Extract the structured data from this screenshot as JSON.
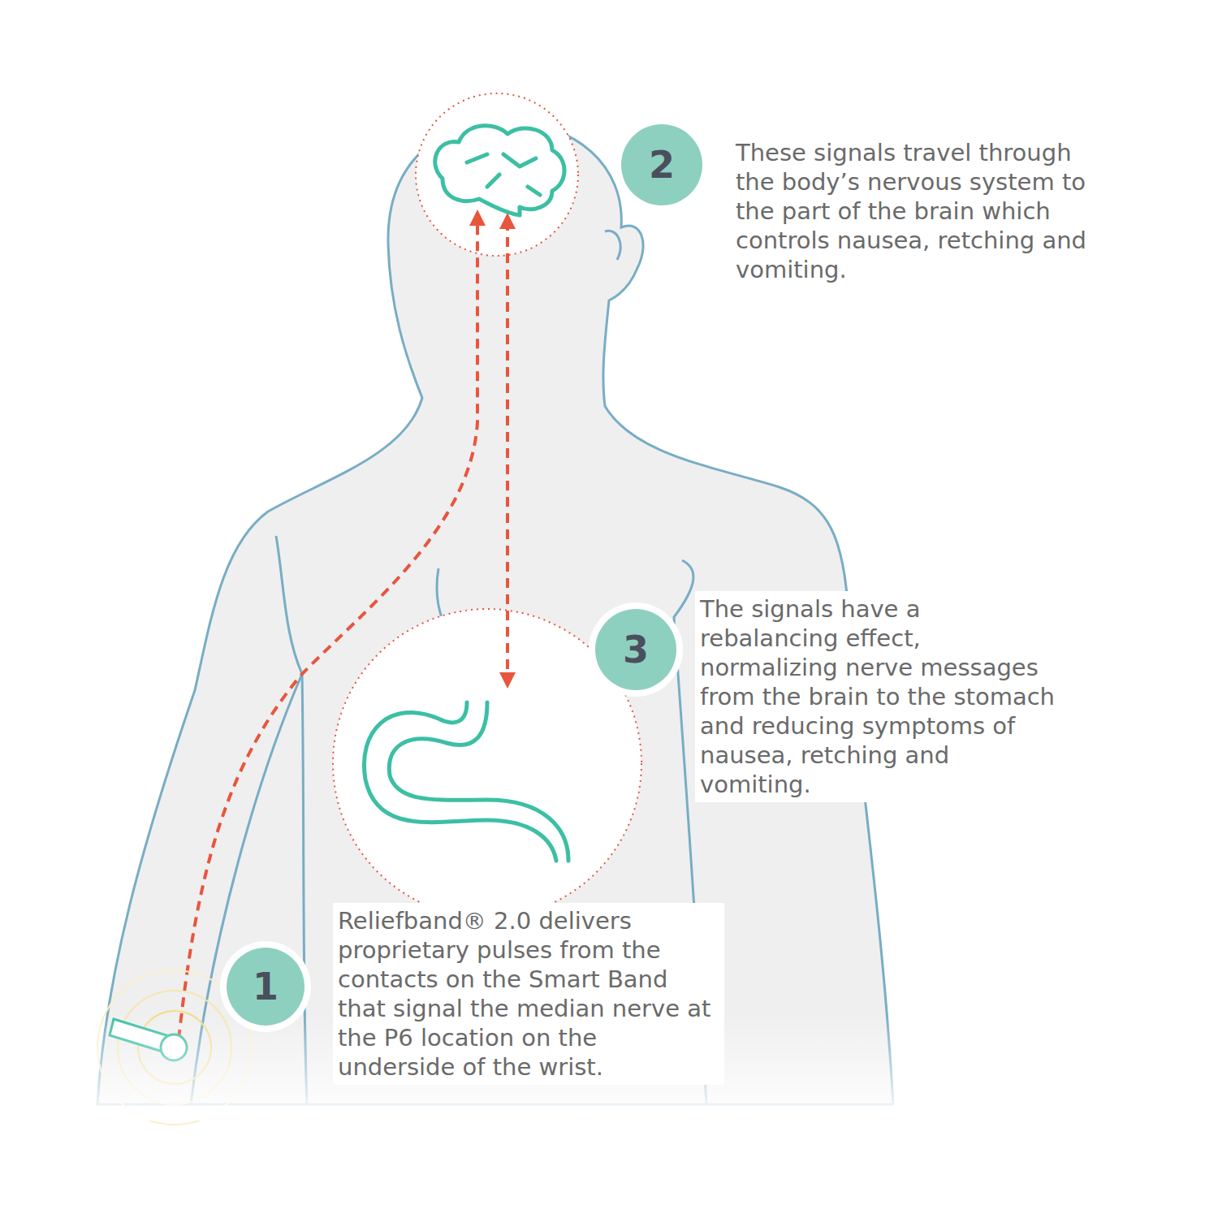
{
  "diagram": {
    "nodes": [
      {
        "text": [
          "2"
        ]
      },
      {
        "text": [
          "3"
        ]
      },
      {
        "text": [
          "1"
        ]
      }
    ],
    "labels": [
      "These signals travel through the body’s nervous system to the part of the brain which controls nausea, retching and vomiting.",
      "The signals have a rebalancing effect, normalizing nerve messages from the brain to the stomach and reducing symptoms of nausea, retching and vomiting.",
      "Reliefband® 2.0 delivers proprietary pulses from the contacts on the Smart Band that signal the median nerve at the P6 location on the underside of the wrist."
    ]
  }
}
